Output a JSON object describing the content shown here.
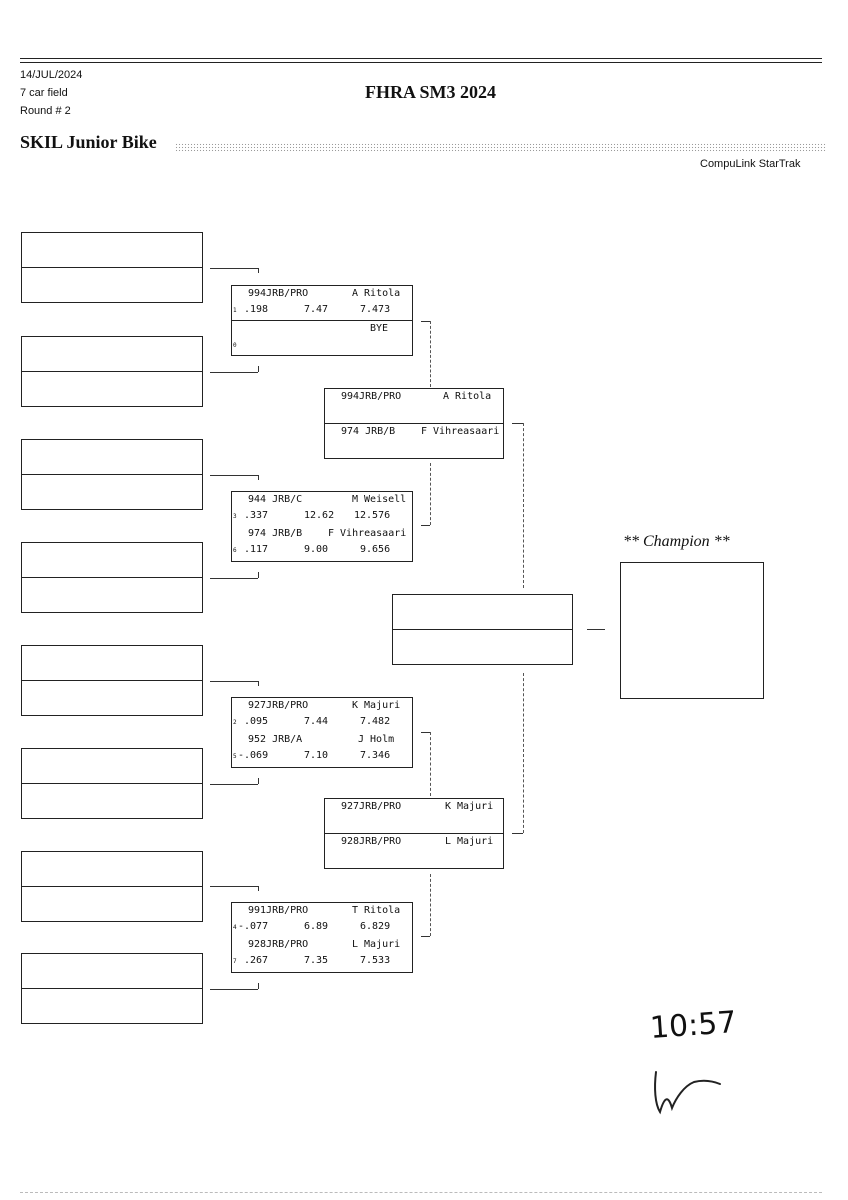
{
  "header": {
    "date": "14/JUL/2024",
    "field": "7 car field",
    "round": "Round # 2",
    "title": "FHRA SM3 2024",
    "class_name": "SKIL Junior Bike",
    "brand": "CompuLink StarTrak"
  },
  "round2": [
    {
      "a": {
        "lane_no": "1",
        "car": "994JRB/PRO",
        "name": "A Ritola",
        "rt": ".198",
        "dial": "7.47",
        "et": "7.473"
      },
      "b": {
        "lane_no": "0",
        "car": "",
        "name": "BYE",
        "rt": "",
        "dial": "",
        "et": ""
      }
    },
    {
      "a": {
        "lane_no": "3",
        "car": "944 JRB/C",
        "name": "M Weisell",
        "rt": ".337",
        "dial": "12.62",
        "et": "12.576"
      },
      "b": {
        "lane_no": "6",
        "car": "974 JRB/B",
        "name": "F Vihreasaari",
        "rt": ".117",
        "dial": "9.00",
        "et": "9.656"
      }
    },
    {
      "a": {
        "lane_no": "2",
        "car": "927JRB/PRO",
        "name": "K Majuri",
        "rt": ".095",
        "dial": "7.44",
        "et": "7.482"
      },
      "b": {
        "lane_no": "5",
        "car": "952 JRB/A",
        "name": "J Holm",
        "rt": "-.069",
        "dial": "7.10",
        "et": "7.346"
      }
    },
    {
      "a": {
        "lane_no": "4",
        "car": "991JRB/PRO",
        "name": "T Ritola",
        "rt": "-.077",
        "dial": "6.89",
        "et": "6.829"
      },
      "b": {
        "lane_no": "7",
        "car": "928JRB/PRO",
        "name": "L Majuri",
        "rt": ".267",
        "dial": "7.35",
        "et": "7.533"
      }
    }
  ],
  "semis": [
    {
      "a": {
        "car": "994JRB/PRO",
        "name": "A Ritola"
      },
      "b": {
        "car": "974 JRB/B",
        "name": "F Vihreasaari"
      }
    },
    {
      "a": {
        "car": "927JRB/PRO",
        "name": "K Majuri"
      },
      "b": {
        "car": "928JRB/PRO",
        "name": "L Majuri"
      }
    }
  ],
  "champion_label": "** Champion **",
  "handwriting": {
    "time": "10:57",
    "initials": "le"
  }
}
